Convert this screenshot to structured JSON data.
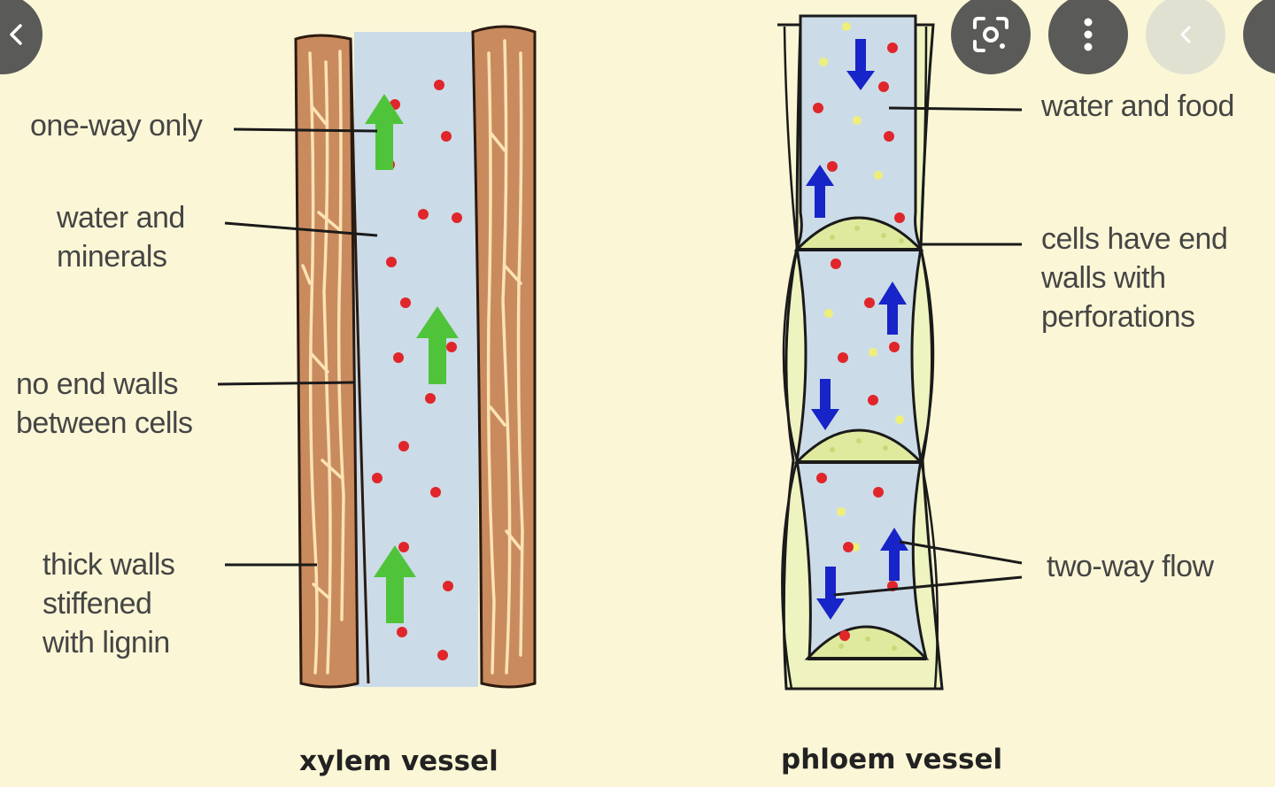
{
  "labels": {
    "xylem_one_way": "one-way only",
    "xylem_water": "water and\nminerals",
    "xylem_no_end": "no end walls\nbetween cells",
    "xylem_thick": "thick walls\nstiffened\nwith lignin",
    "phloem_water_food": "water and food",
    "phloem_end_walls": "cells have end\nwalls with\nperforations",
    "phloem_two_way": "two-way flow"
  },
  "captions": {
    "xylem": "xylem vessel",
    "phloem": "phloem vessel"
  },
  "overlay": {
    "lens_icon": "lens-icon",
    "more_icon": "more-vert-icon",
    "back_icon": "chevron-left-icon",
    "prev_icon": "chevron-left-icon"
  },
  "colors": {
    "background": "#fbf7d6",
    "vessel_fluid": "#ccdbe8",
    "xylem_wall": "#c98a5e",
    "lignin": "#fbe3b4",
    "phloem_wall": "#eef3c0",
    "sieve_plate": "#dfea9e",
    "mineral_dot": "#e0262a",
    "food_dot": "#eeef7a",
    "xylem_arrow": "#4fc43a",
    "phloem_arrow": "#1724c8"
  }
}
